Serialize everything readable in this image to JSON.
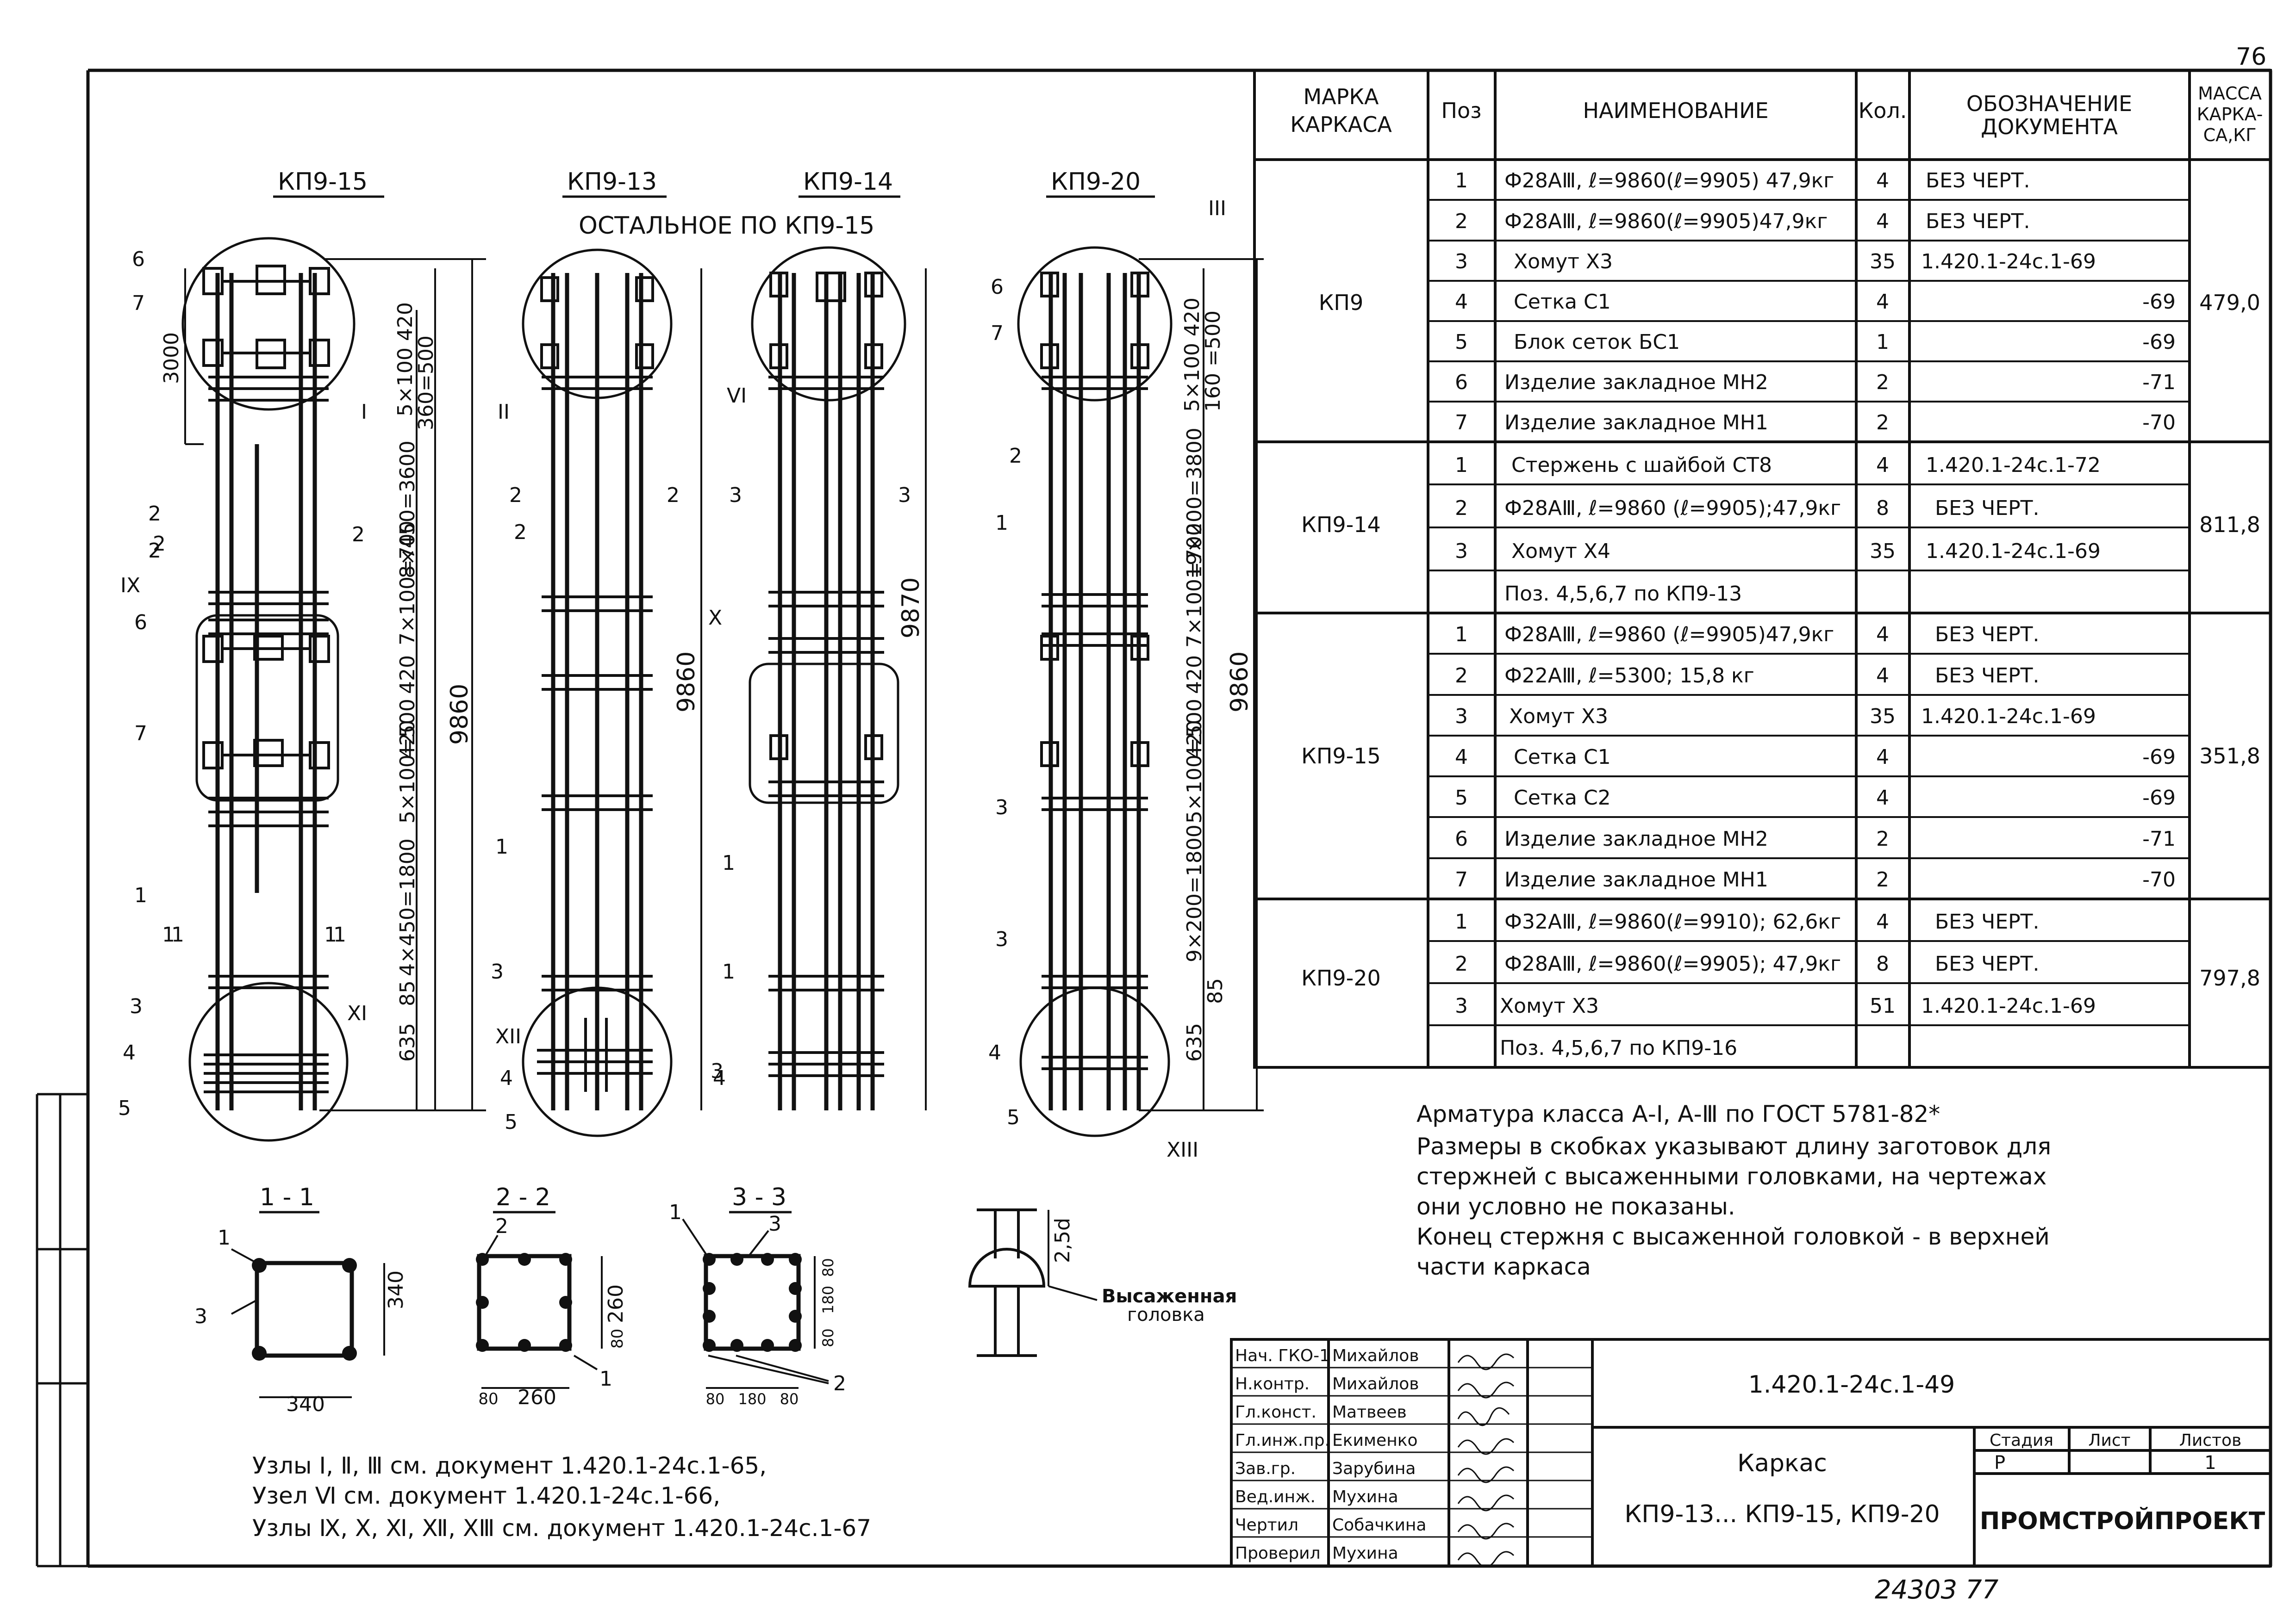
{
  "page": {
    "sheet_mark": "76",
    "archive_number": "24303 77"
  },
  "frames": [
    {
      "name": "КП9-15",
      "subtitle": ""
    },
    {
      "name": "КП9-13",
      "subtitle": "ОСТАЛЬНОЕ ПО КП9-15"
    },
    {
      "name": "КП9-14",
      "subtitle": ""
    },
    {
      "name": "КП9-20",
      "subtitle": ""
    }
  ],
  "frame_labels": {
    "f15": {
      "pos": [
        "6",
        "7",
        "2",
        "2",
        "6",
        "7",
        "1",
        "1",
        "1",
        "3",
        "4",
        "5"
      ],
      "sec": [
        "2",
        "2",
        "1",
        "1"
      ],
      "nodes": [
        "I",
        "IX",
        "XI"
      ],
      "dims": [
        "3000",
        "5×100 420",
        "360=500",
        "8×450=3600",
        "7×100=700",
        "420",
        "420",
        "5×100=500",
        "4×450=1800",
        "85",
        "635",
        "9860"
      ]
    },
    "f13": {
      "pos": [
        "2",
        "2",
        "2",
        "1",
        "3",
        "4",
        "5"
      ],
      "nodes": [
        "II",
        "XII"
      ],
      "dims": [
        "9860"
      ]
    },
    "f14": {
      "pos": [
        "3",
        "3",
        "1",
        "1",
        "3",
        "4"
      ],
      "nodes": [
        "VI",
        "X"
      ],
      "dims": [
        "9870"
      ]
    },
    "f20": {
      "pos": [
        "6",
        "7",
        "2",
        "1",
        "3",
        "3",
        "4",
        "5"
      ],
      "nodes": [
        "III",
        "XIII"
      ],
      "dims": [
        "5×100 420",
        "160 =500",
        "19×200=3800",
        "7×100=700",
        "420",
        "420",
        "5×100=500",
        "9×200=1800",
        "85",
        "635",
        "9860"
      ]
    }
  },
  "spec_table": {
    "headers": [
      "МАРКА КАРКАСА",
      "Поз",
      "НАИМЕНОВАНИЕ",
      "Кол.",
      "ОБОЗНАЧЕНИЕ ДОКУМЕНТА",
      "МАССА КАРКА-СА,КГ"
    ],
    "groups": [
      {
        "mark": "КП9",
        "mass": "479,0",
        "rows": [
          {
            "pos": "1",
            "name": "Ф28АⅢ, ℓ=9860(ℓ=9905) 47,9кг",
            "qty": "4",
            "doc": "БЕЗ ЧЕРТ."
          },
          {
            "pos": "2",
            "name": "Ф28АⅢ, ℓ=9860(ℓ=9905)47,9кг",
            "qty": "4",
            "doc": "БЕЗ ЧЕРТ."
          },
          {
            "pos": "3",
            "name": "Хомут Х3",
            "qty": "35",
            "doc": "1.420.1-24с.1-69"
          },
          {
            "pos": "4",
            "name": "Сетка С1",
            "qty": "4",
            "doc": "-69"
          },
          {
            "pos": "5",
            "name": "Блок сеток БС1",
            "qty": "1",
            "doc": "-69"
          },
          {
            "pos": "6",
            "name": "Изделие закладное МН2",
            "qty": "2",
            "doc": "-71"
          },
          {
            "pos": "7",
            "name": "Изделие закладное МН1",
            "qty": "2",
            "doc": "-70"
          }
        ]
      },
      {
        "mark": "КП9-14",
        "mass": "811,8",
        "rows": [
          {
            "pos": "1",
            "name": "Стержень с шайбой СТ8",
            "qty": "4",
            "doc": "1.420.1-24с.1-72"
          },
          {
            "pos": "2",
            "name": "Ф28АⅢ, ℓ=9860 (ℓ=9905);47,9кг",
            "qty": "8",
            "doc": "БЕЗ ЧЕРТ."
          },
          {
            "pos": "3",
            "name": "Хомут Х4",
            "qty": "35",
            "doc": "1.420.1-24с.1-69"
          },
          {
            "pos": "",
            "name": "Поз. 4,5,6,7 по КП9-13",
            "qty": "",
            "doc": ""
          }
        ]
      },
      {
        "mark": "КП9-15",
        "mass": "351,8",
        "rows": [
          {
            "pos": "1",
            "name": "Ф28АⅢ, ℓ=9860 (ℓ=9905)47,9кг",
            "qty": "4",
            "doc": "БЕЗ ЧЕРТ."
          },
          {
            "pos": "2",
            "name": "Ф22АⅢ, ℓ=5300; 15,8 кг",
            "qty": "4",
            "doc": "БЕЗ ЧЕРТ."
          },
          {
            "pos": "3",
            "name": "Хомут Х3",
            "qty": "35",
            "doc": "1.420.1-24с.1-69"
          },
          {
            "pos": "4",
            "name": "Сетка С1",
            "qty": "4",
            "doc": "-69"
          },
          {
            "pos": "5",
            "name": "Сетка С2",
            "qty": "4",
            "doc": "-69"
          },
          {
            "pos": "6",
            "name": "Изделие закладное МН2",
            "qty": "2",
            "doc": "-71"
          },
          {
            "pos": "7",
            "name": "Изделие закладное МН1",
            "qty": "2",
            "doc": "-70"
          }
        ]
      },
      {
        "mark": "КП9-20",
        "mass": "797,8",
        "rows": [
          {
            "pos": "1",
            "name": "Ф32АⅢ, ℓ=9860(ℓ=9910); 62,6кг",
            "qty": "4",
            "doc": "БЕЗ ЧЕРТ."
          },
          {
            "pos": "2",
            "name": "Ф28АⅢ, ℓ=9860(ℓ=9905); 47,9кг",
            "qty": "8",
            "doc": "БЕЗ ЧЕРТ."
          },
          {
            "pos": "3",
            "name": "Хомут Х3",
            "qty": "51",
            "doc": "1.420.1-24с.1-69"
          },
          {
            "pos": "",
            "name": "Поз. 4,5,6,7 по КП9-16",
            "qty": "",
            "doc": ""
          }
        ]
      }
    ]
  },
  "notes": [
    "Арматура класса А-Ⅰ, А-Ⅲ по ГОСТ 5781-82*",
    "Размеры в скобках указывают длину заготовок для",
    "стержней с высаженными головками, на чертежах",
    "они условно не показаны.",
    "Конец стержня с высаженной головкой - в верхней",
    "части каркаса"
  ],
  "sections": [
    {
      "title": "1 - 1",
      "labels": [
        "1",
        "3"
      ],
      "dims": [
        "340",
        "340"
      ]
    },
    {
      "title": "2 - 2",
      "labels": [
        "2",
        "1"
      ],
      "dims": [
        "260",
        "80",
        "80",
        "260"
      ]
    },
    {
      "title": "3 - 3",
      "labels": [
        "1",
        "3",
        "2"
      ],
      "dims": [
        "80",
        "180",
        "80",
        "80",
        "180",
        "80"
      ]
    }
  ],
  "head_detail": {
    "dim": "2,5d",
    "label_line1": "Высаженная",
    "label_line2": "головка"
  },
  "references": [
    "Узлы Ⅰ, Ⅱ, Ⅲ см. документ 1.420.1-24с.1-65,",
    "Узел Ⅵ см. документ 1.420.1-24с.1-66,",
    "Узлы Ⅸ, Ⅹ, Ⅺ, Ⅻ, ⅩⅢ см. документ 1.420.1-24с.1-67"
  ],
  "title_block": {
    "signers": [
      {
        "role": "Нач. ГКО-1",
        "name": "Михайлов"
      },
      {
        "role": "Н.контр.",
        "name": "Михайлов"
      },
      {
        "role": "Гл.конст.",
        "name": "Матвеев"
      },
      {
        "role": "Гл.инж.пр.",
        "name": "Екименко"
      },
      {
        "role": "Зав.гр.",
        "name": "Зарубина"
      },
      {
        "role": "Вед.инж.",
        "name": "Мухина"
      },
      {
        "role": "Чертил",
        "name": "Собачкина"
      },
      {
        "role": "Проверил",
        "name": "Мухина"
      }
    ],
    "doc_code": "1.420.1-24с.1-49",
    "title": "Каркас",
    "subtitle": "КП9-13... КП9-15, КП9-20",
    "stage_label": "Стадия",
    "sheet_label": "Лист",
    "sheets_label": "Листов",
    "stage": "Р",
    "sheet": "",
    "sheets": "1",
    "org": "ПРОМСТРОЙПРОЕКТ"
  }
}
